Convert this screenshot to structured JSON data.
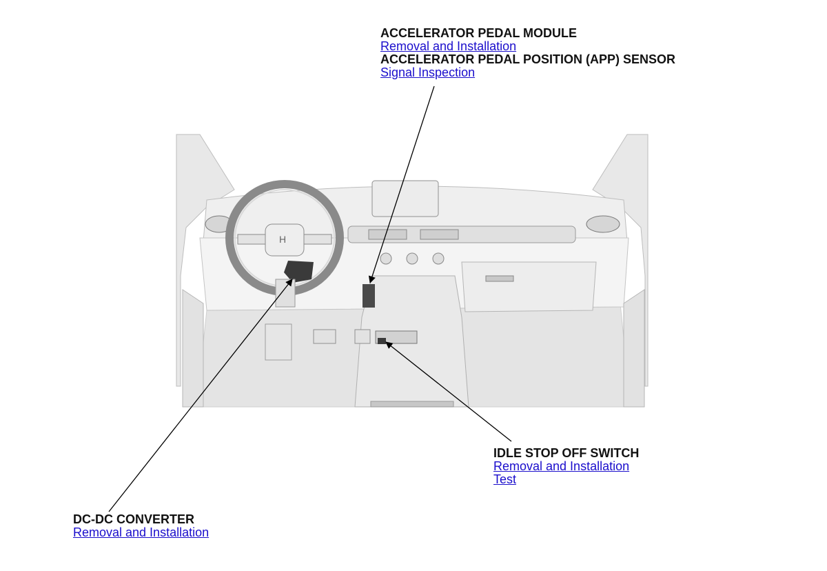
{
  "components": {
    "accelerator_pedal_module": {
      "title": "ACCELERATOR PEDAL MODULE",
      "link_removal": "Removal and Installation"
    },
    "app_sensor": {
      "title": "ACCELERATOR PEDAL POSITION (APP) SENSOR",
      "link_signal": "Signal Inspection"
    },
    "idle_stop_off_switch": {
      "title": "IDLE STOP OFF SWITCH",
      "link_removal": "Removal and Installation",
      "link_test": "Test"
    },
    "dc_dc_converter": {
      "title": "DC-DC CONVERTER",
      "link_removal": "Removal and Installation"
    }
  },
  "colors": {
    "link": "#1a0dcc",
    "text": "#111111",
    "interior_light": "#f2f2f2",
    "interior_mid": "#dcdcdc",
    "interior_dark": "#b8b8b8",
    "part_dark": "#3a3a3a"
  }
}
